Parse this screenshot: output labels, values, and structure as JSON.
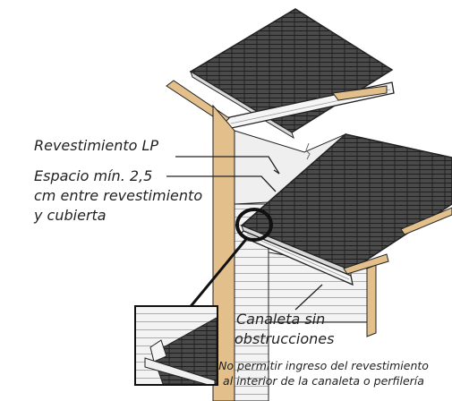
{
  "labels": {
    "siding": "Revestimiento LP",
    "gap_line1": "Espacio mín. 2,5",
    "gap_line2": "cm entre revestimiento",
    "gap_line3": "y cubierta",
    "gutter_line1": "Canaleta sin",
    "gutter_line2": "obstrucciones",
    "note_line1": "No permitir ingreso del revestimiento",
    "note_line2": "al interior de la canaleta o perfilería"
  },
  "colors": {
    "shingle": "#4a4a4a",
    "shingle_line": "#222222",
    "wood": "#e3c08b",
    "wall": "#f3f3f3",
    "gutter": "#f5f5f5",
    "ink": "#222222"
  }
}
